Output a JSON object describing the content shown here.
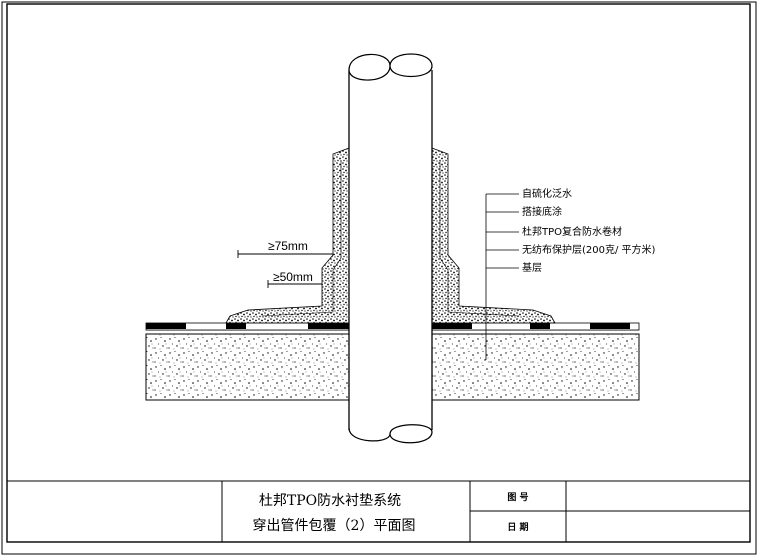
{
  "drawing": {
    "labels": [
      "自硫化泛水",
      "搭接底涂",
      "杜邦TPO复合防水卷材",
      "无纺布保护层(200克/ 平方米)",
      "基层"
    ],
    "dimensions": {
      "upper": "≥75mm",
      "lower": "≥50mm"
    }
  },
  "title_block": {
    "title_line1": "杜邦TPO防水衬垫系统",
    "title_line2": "穿出管件包覆（2）平面图",
    "drawing_no_label": "图 号",
    "date_label": "日 期",
    "drawing_no_value": "",
    "date_value": ""
  }
}
